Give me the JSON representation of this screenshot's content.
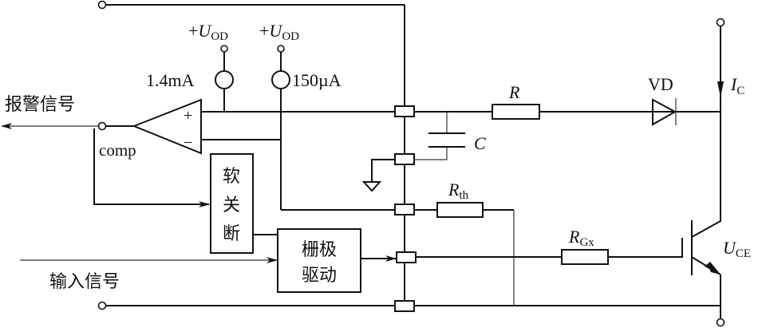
{
  "diagram": {
    "type": "IGBT gate drive with desaturation protection",
    "labels": {
      "alarm_signal": "报警信号",
      "input_signal": "输入信号",
      "comp": "comp",
      "supply_left_prefix": "+",
      "supply_left_var": "U",
      "supply_left_sub": "OD",
      "supply_right_prefix": "+",
      "supply_right_var": "U",
      "supply_right_sub": "OD",
      "current_source_1": "1.4mA",
      "current_source_2": "150µA",
      "opamp_plus": "+",
      "opamp_minus": "−",
      "resistor_r": "R",
      "capacitor_c": "C",
      "diode_vd": "VD",
      "collector_current_var": "I",
      "collector_current_sub": "C",
      "rth_var": "R",
      "rth_sub": "th",
      "rgx_var": "R",
      "rgx_sub": "Gx",
      "uce_var": "U",
      "uce_sub": "CE",
      "soft_shutdown": [
        "软",
        "关",
        "断"
      ],
      "gate_drive": [
        "栅极",
        "驱动"
      ]
    }
  }
}
